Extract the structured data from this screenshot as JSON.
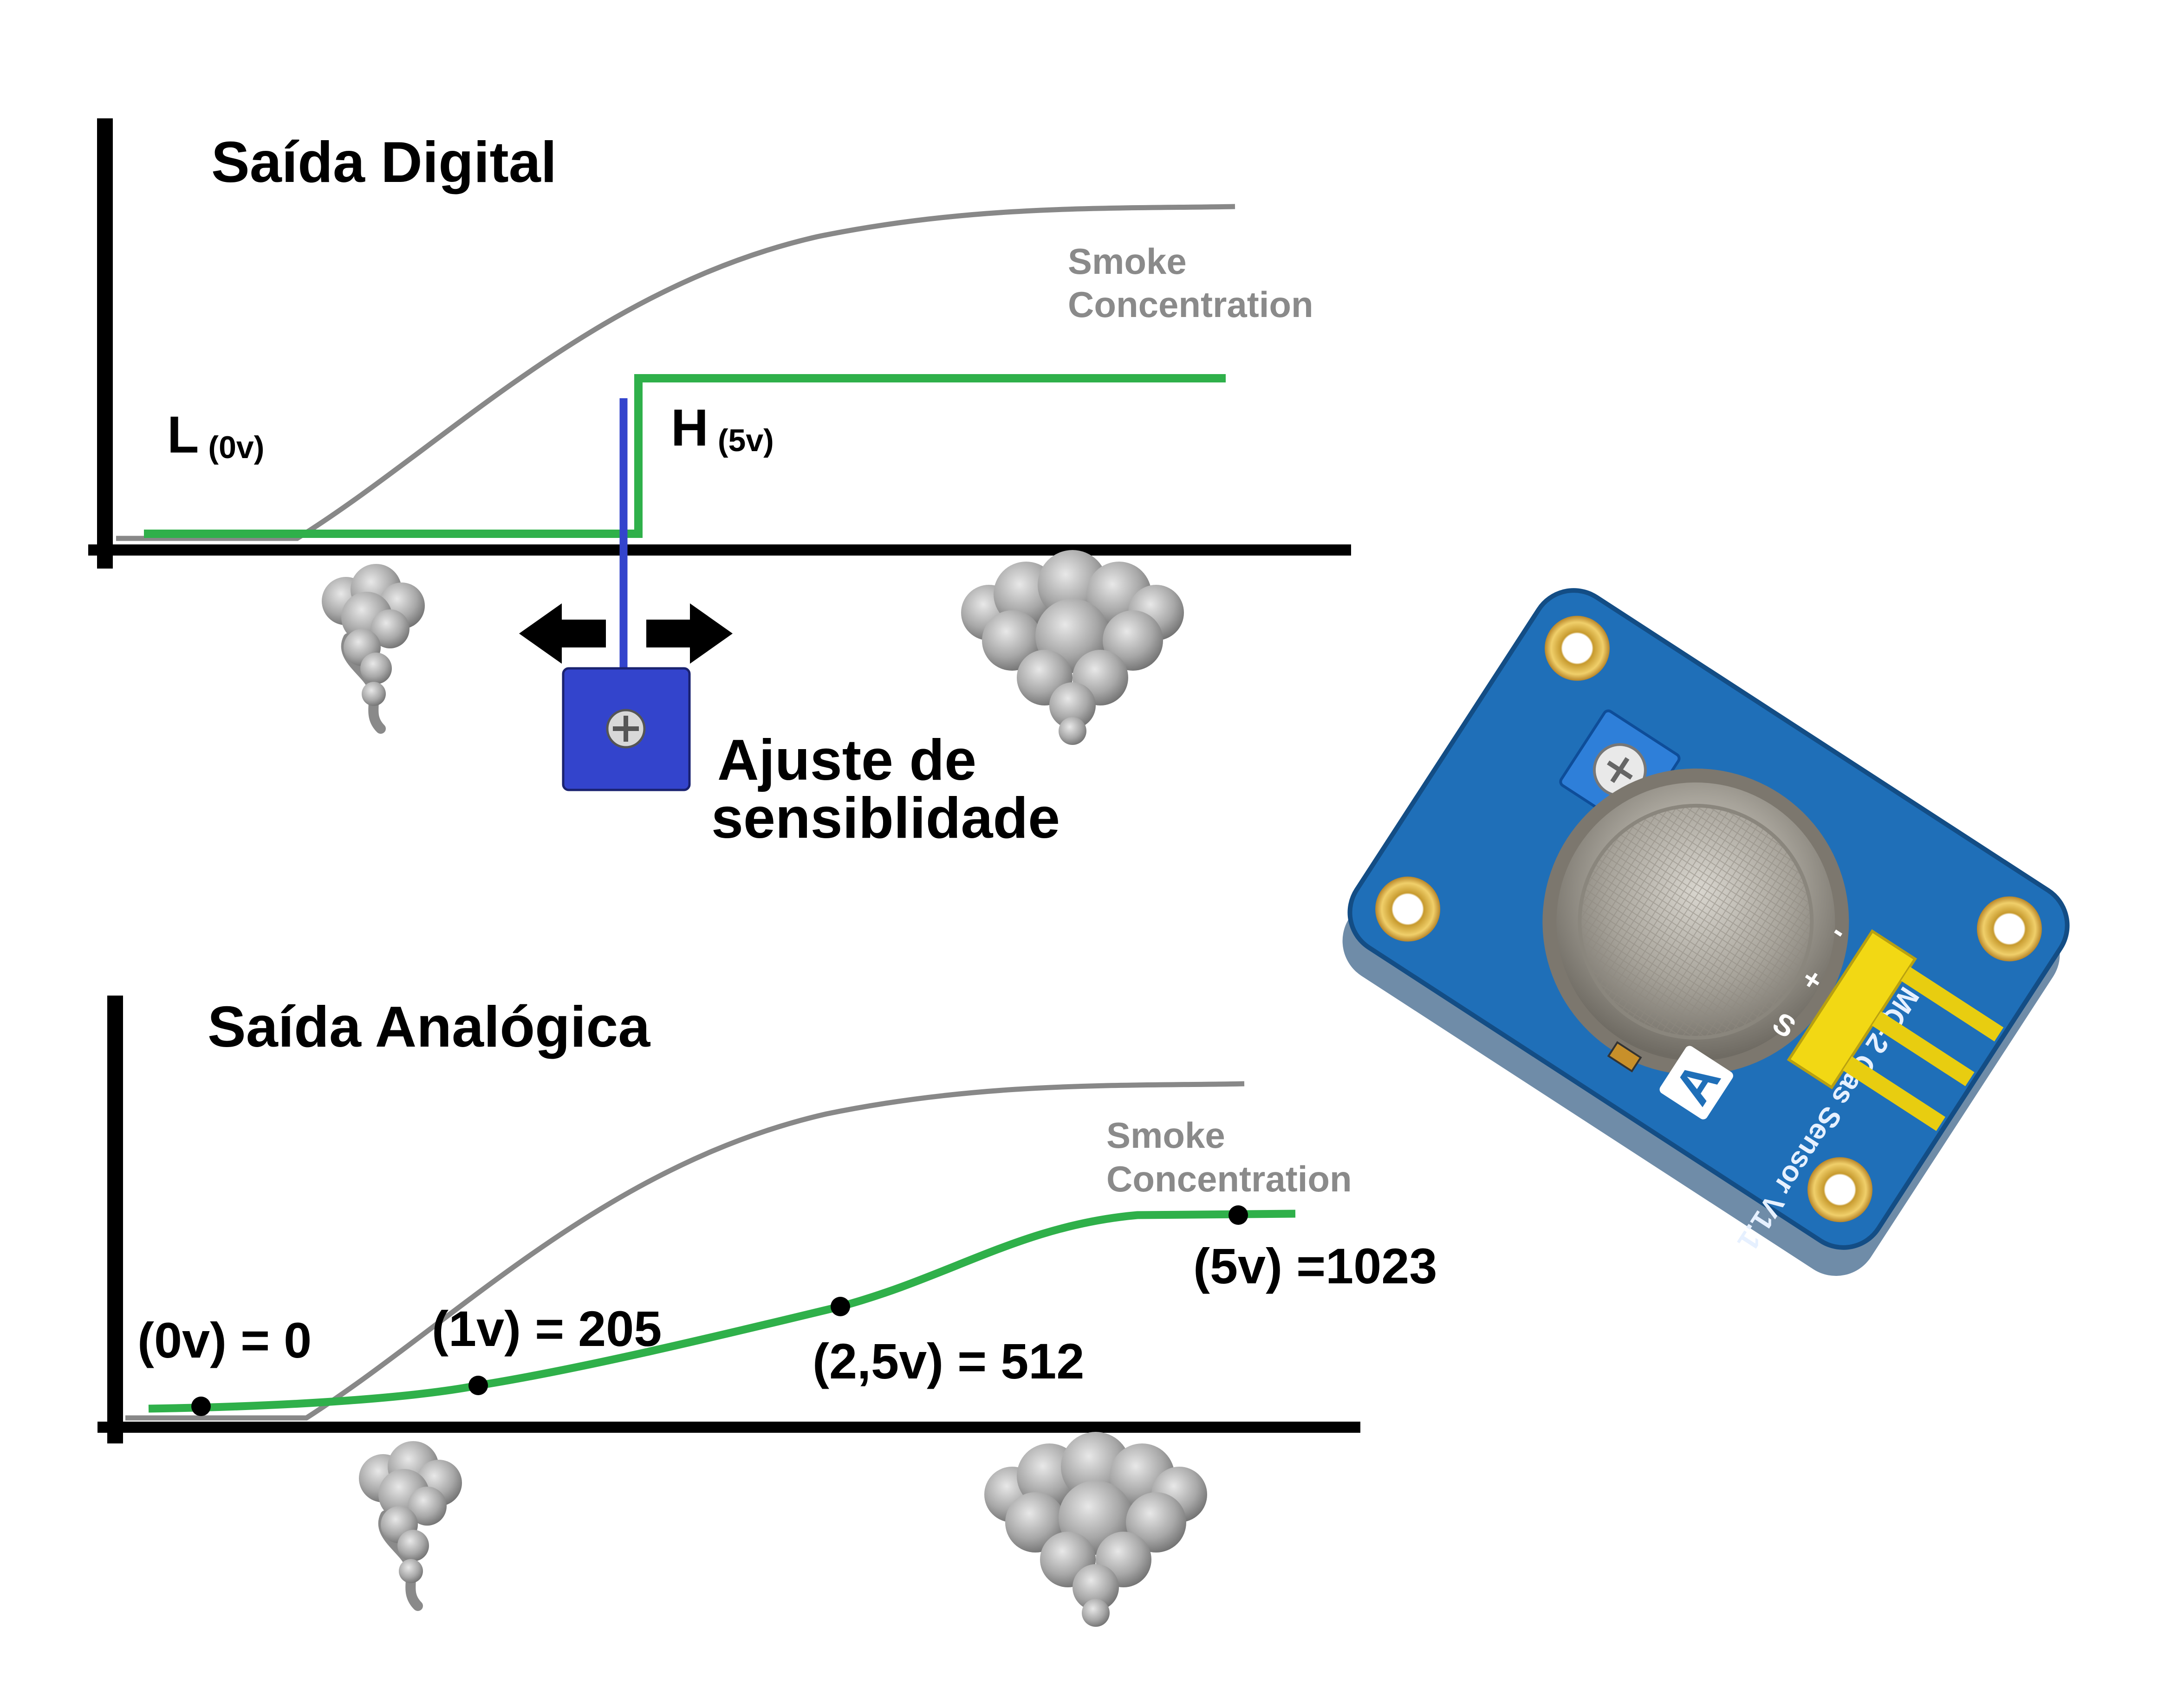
{
  "digital": {
    "title": "Saída Digital",
    "curve_label_line1": "Smoke",
    "curve_label_line2": "Concentration",
    "low_label": "L",
    "low_sub": "(0v)",
    "high_label": "H",
    "high_sub": "(5v)",
    "adjust_line1": "Ajuste de",
    "adjust_line2": "sensiblidade"
  },
  "analog": {
    "title": "Saída Analógica",
    "curve_label_line1": "Smoke",
    "curve_label_line2": "Concentration",
    "points": [
      {
        "voltage": "(0v)",
        "reading": "(0v) = 0"
      },
      {
        "voltage": "(1v)",
        "reading": "(1v) = 205"
      },
      {
        "voltage": "(2,5v)",
        "reading": "(2,5v) = 512"
      },
      {
        "voltage": "(5v)",
        "reading": "(5v) =1023"
      }
    ]
  },
  "sensor_board": {
    "label": "MQ-2 Gas Sensor V1.1",
    "logo_letter": "A",
    "pins": [
      "-",
      "+",
      "S"
    ]
  },
  "colors": {
    "axis": "#000000",
    "smoke_curve": "#888888",
    "signal": "#2fb04a",
    "threshold": "#3344cc",
    "pot": "#3344cc",
    "board": "#1f6fb8",
    "header": "#f2d814",
    "smoke": "#9a9a9a"
  }
}
